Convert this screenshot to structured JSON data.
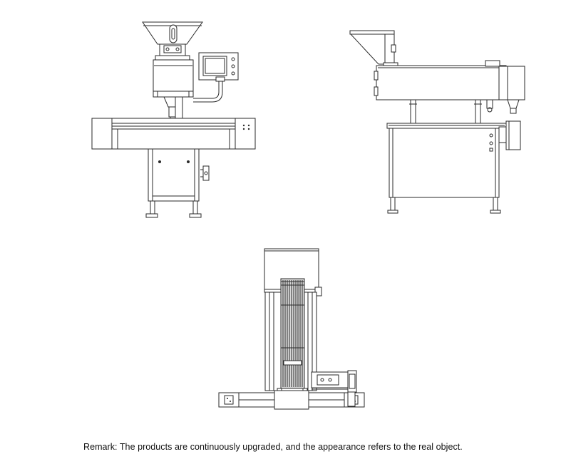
{
  "remark": "Remark: The products are continuously upgraded, and the appearance refers to the real object.",
  "views": [
    "front-view",
    "side-view",
    "top-view"
  ]
}
